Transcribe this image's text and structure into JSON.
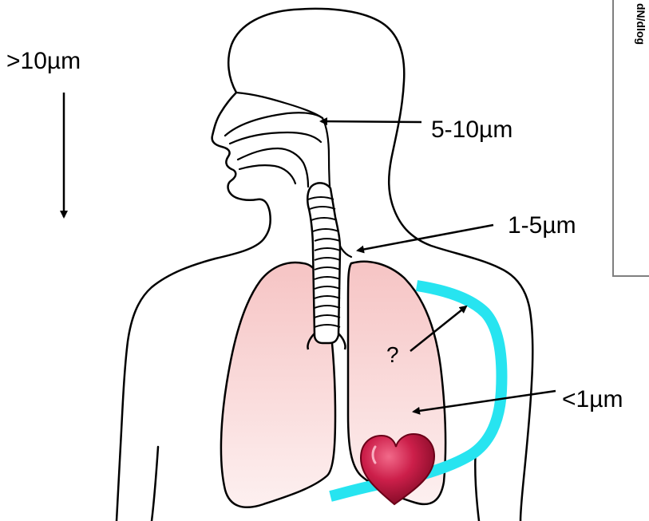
{
  "labels": {
    "size_over_10": ">10µm",
    "size_5_10": "5-10µm",
    "size_1_5": "1-5µm",
    "size_under_1": "<1µm",
    "question": "?",
    "inset_axis": "dN/dlog"
  },
  "colors": {
    "outline": "#000000",
    "lung_fill_top": "#f6c9c9",
    "lung_fill_bottom": "#fbe8e8",
    "blood_vessel": "#27e4f0",
    "heart_light": "#e23a63",
    "heart_dark": "#8a0a2a",
    "inset_border": "#7f7f7f"
  },
  "icons": {
    "heart": "heart-icon",
    "arrow": "arrow-icon"
  }
}
